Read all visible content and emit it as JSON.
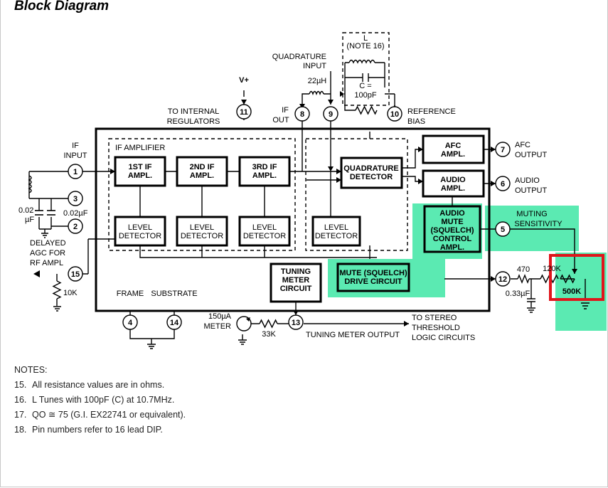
{
  "title": "Block Diagram",
  "diagram": {
    "if_amplifier": "IF AMPLIFIER",
    "amp1": [
      "1ST IF",
      "AMPL."
    ],
    "amp2": [
      "2ND IF",
      "AMPL."
    ],
    "amp3": [
      "3RD IF",
      "AMPL."
    ],
    "level_detector": [
      "LEVEL",
      "DETECTOR"
    ],
    "quad_detector": [
      "QUADRATURE",
      "DETECTOR"
    ],
    "afc_ampl": [
      "AFC",
      "AMPL."
    ],
    "audio_ampl": [
      "AUDIO",
      "AMPL."
    ],
    "audio_mute": [
      "AUDIO",
      "MUTE",
      "(SQUELCH)",
      "CONTROL",
      "AMPL."
    ],
    "mute_drive": [
      "MUTE (SQUELCH)",
      "DRIVE CIRCUIT"
    ],
    "tuning_meter": [
      "TUNING",
      "METER",
      "CIRCUIT"
    ],
    "pins": [
      "1",
      "2",
      "3",
      "4",
      "5",
      "6",
      "7",
      "8",
      "9",
      "10",
      "11",
      "12",
      "13",
      "14",
      "15"
    ],
    "if_input": [
      "IF",
      "INPUT"
    ],
    "to_internal_regulators": [
      "TO INTERNAL",
      "REGULATORS"
    ],
    "vplus": "V+",
    "quadrature_input": [
      "QUADRATURE",
      "INPUT"
    ],
    "inductor_22uh": "22µH",
    "if_out": [
      "IF",
      "OUT"
    ],
    "l_note": [
      "L",
      "(NOTE 16)"
    ],
    "c_100pf": [
      "C =",
      "100pF"
    ],
    "reference_bias": [
      "REFERENCE",
      "BIAS"
    ],
    "afc_output": [
      "AFC",
      "OUTPUT"
    ],
    "audio_output": [
      "AUDIO",
      "OUTPUT"
    ],
    "muting_sensitivity": [
      "MUTING",
      "SENSITIVITY"
    ],
    "cap_002_left": [
      "0.02",
      "µF"
    ],
    "cap_002_right": "0.02µF",
    "delayed_agc": [
      "DELAYED",
      "AGC FOR",
      "RF AMPL"
    ],
    "res_10k": "10K",
    "frame": "FRAME",
    "substrate": "SUBSTRATE",
    "meter_150ua": [
      "150µA",
      "METER"
    ],
    "res_33k": "33K",
    "tuning_meter_output": "TUNING METER OUTPUT",
    "to_stereo": [
      "TO STEREO",
      "THRESHOLD",
      "LOGIC CIRCUITS"
    ],
    "res_470": "470",
    "res_120k": "120K",
    "cap_033": "0.33µF",
    "pot_500k": "500K"
  },
  "notes": {
    "title": "NOTES:",
    "items": [
      {
        "num": "15.",
        "text": "All resistance values are in ohms."
      },
      {
        "num": "16.",
        "text": "L Tunes with 100pF (C) at 10.7MHz."
      },
      {
        "num": "17.",
        "text": "QO ≅ 75 (G.I. EX22741 or equivalent)."
      },
      {
        "num": "18.",
        "text": "Pin numbers refer to 16 lead DIP."
      }
    ]
  },
  "colors": {
    "highlight": "#3ee6a4",
    "selection": "#e0151b"
  }
}
